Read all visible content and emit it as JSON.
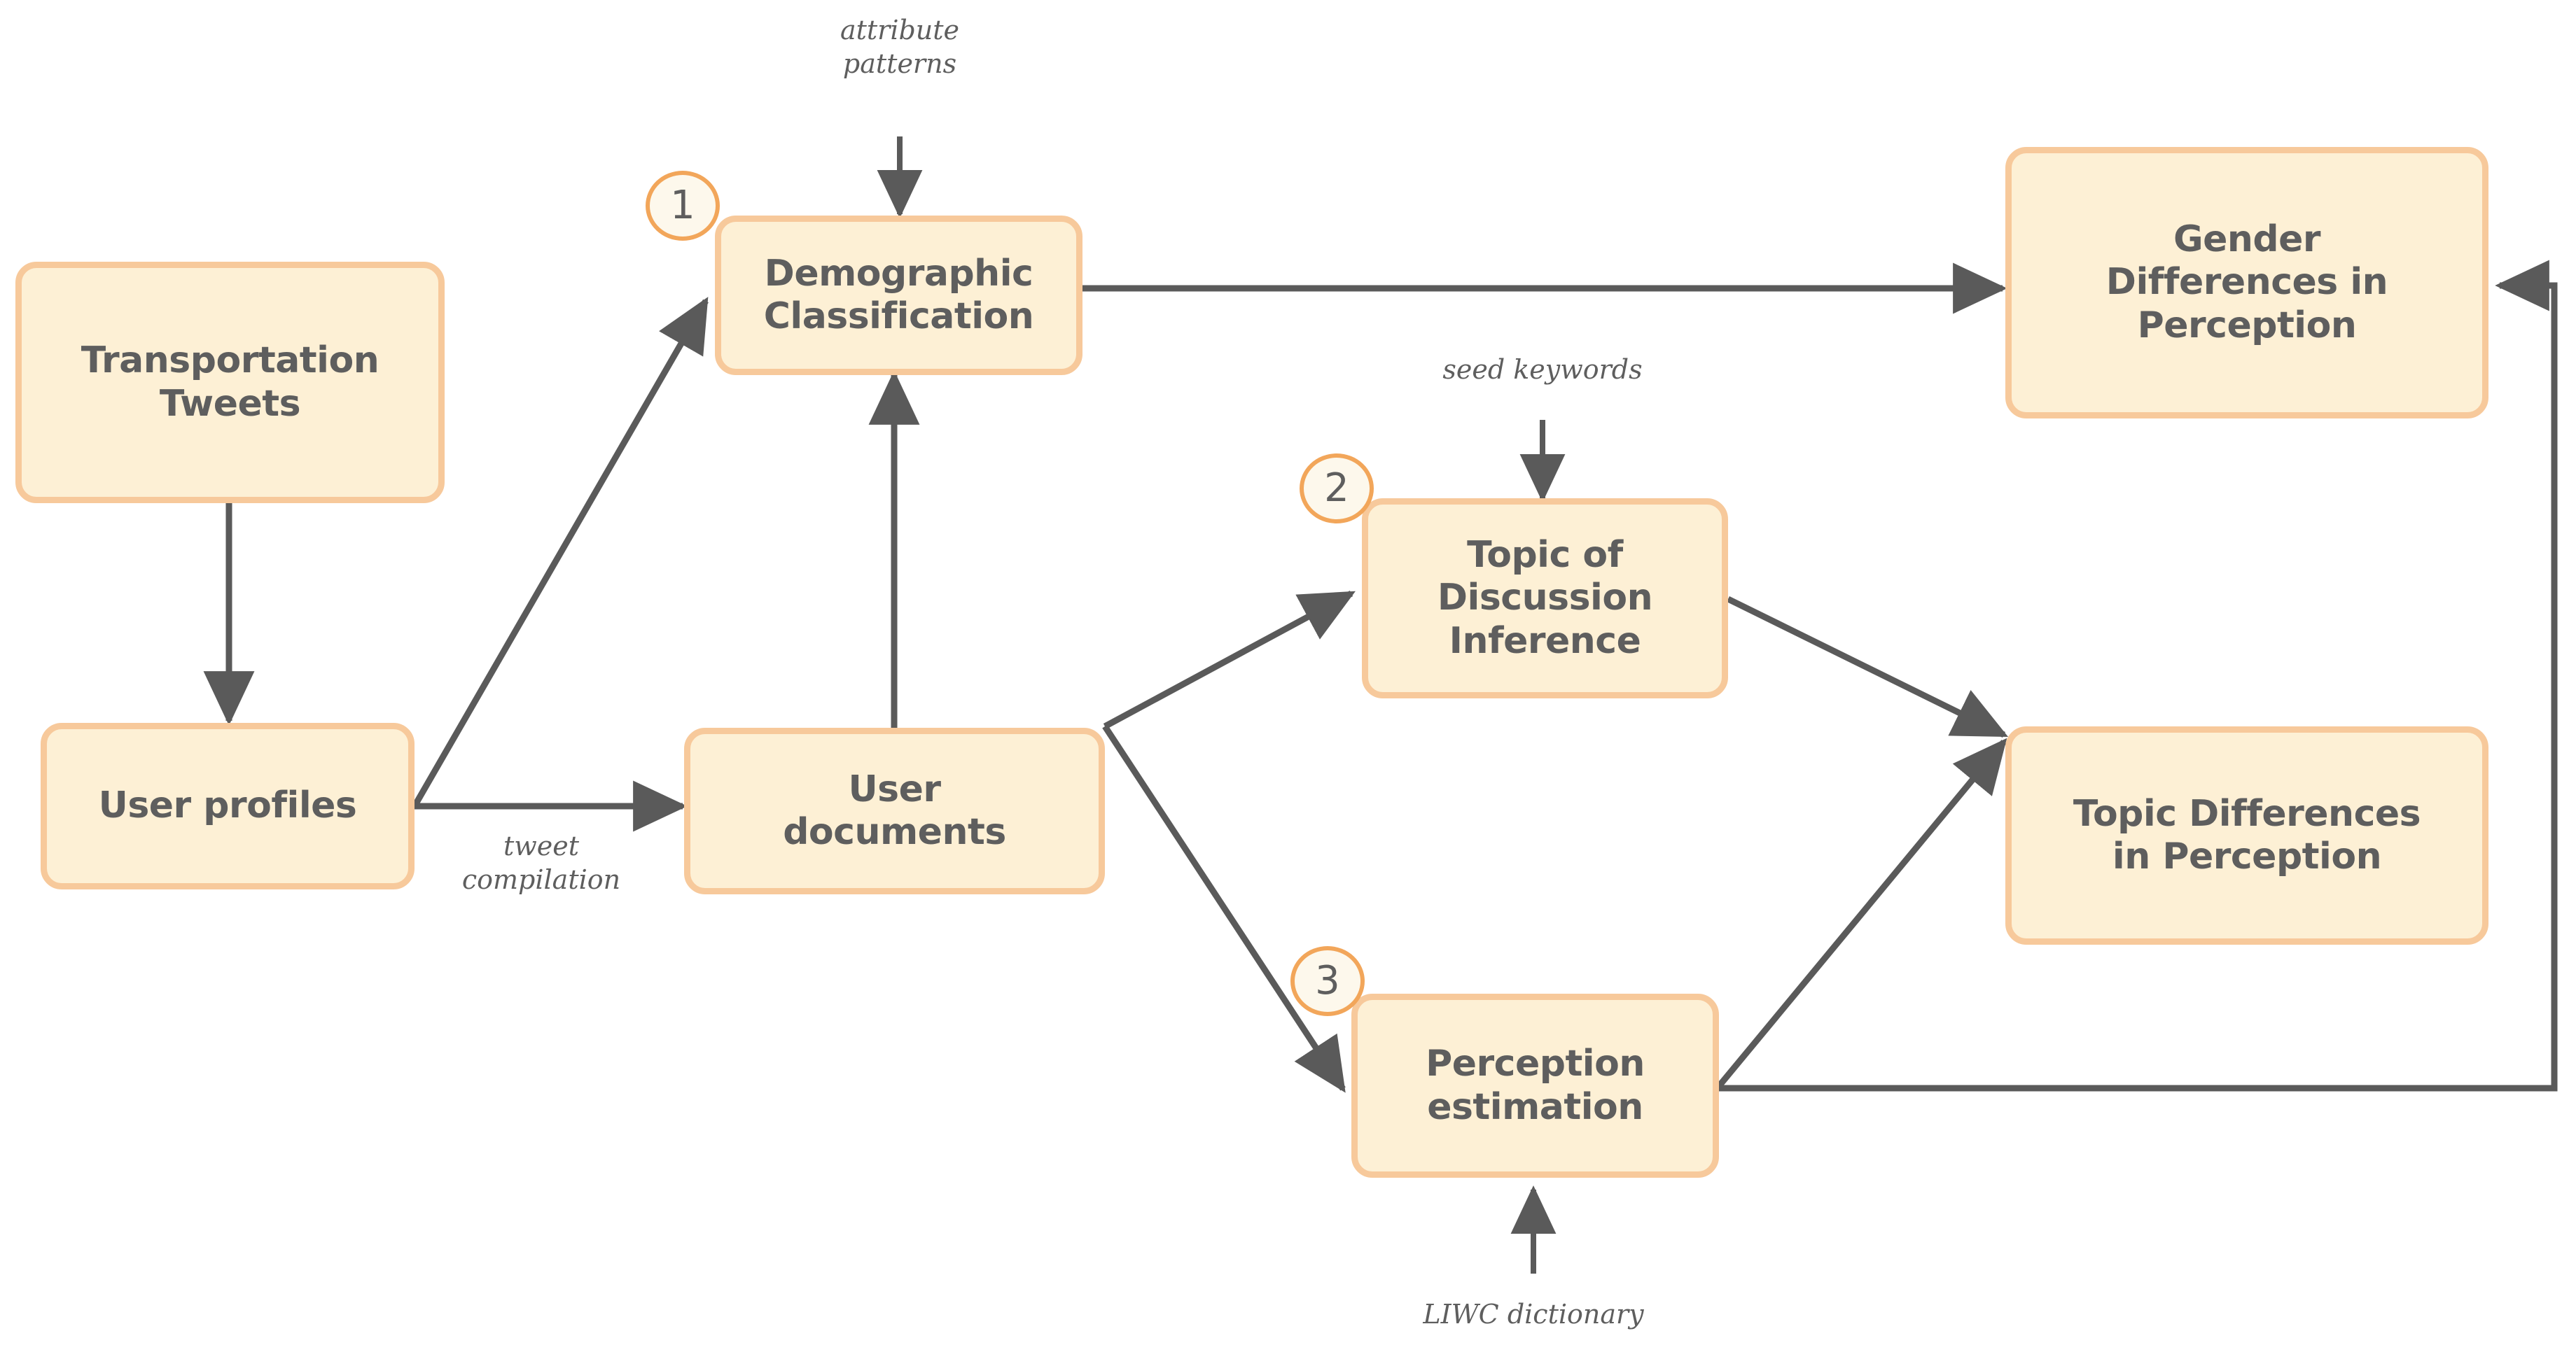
{
  "diagram": {
    "title": "Transportation tweet perception analysis pipeline",
    "colors": {
      "node_fill": "#FDF0D5",
      "node_border": "#F7C99B",
      "badge_fill": "#FDF8EC",
      "badge_border": "#F2A65A",
      "text": "#5E5E5E",
      "edge": "#5A5A5A",
      "background": "#FFFFFF"
    },
    "nodes": [
      {
        "id": "transportation-tweets",
        "label": "Transportation\nTweets"
      },
      {
        "id": "user-profiles",
        "label": "User profiles"
      },
      {
        "id": "user-documents",
        "label": "User\ndocuments"
      },
      {
        "id": "demographic-classification",
        "label": "Demographic\nClassification"
      },
      {
        "id": "topic-of-discussion-inference",
        "label": "Topic of\nDiscussion\nInference"
      },
      {
        "id": "perception-estimation",
        "label": "Perception\nestimation"
      },
      {
        "id": "gender-differences-in-perception",
        "label": "Gender\nDifferences in\nPerception"
      },
      {
        "id": "topic-differences-in-perception",
        "label": "Topic Differences\nin Perception"
      }
    ],
    "badges": [
      {
        "id": "step-1",
        "number": "1",
        "attached_to": "demographic-classification"
      },
      {
        "id": "step-2",
        "number": "2",
        "attached_to": "topic-of-discussion-inference"
      },
      {
        "id": "step-3",
        "number": "3",
        "attached_to": "perception-estimation"
      }
    ],
    "edge_labels": [
      {
        "id": "attribute-patterns",
        "text": "attribute\npatterns"
      },
      {
        "id": "seed-keywords",
        "text": "seed keywords"
      },
      {
        "id": "tweet-compilation",
        "text": "tweet\ncompilation"
      },
      {
        "id": "liwc-dictionary",
        "text": "LIWC dictionary"
      }
    ],
    "edges": [
      {
        "from": "transportation-tweets",
        "to": "user-profiles",
        "label": ""
      },
      {
        "from": "user-profiles",
        "to": "user-documents",
        "label": "tweet compilation"
      },
      {
        "from": "user-profiles",
        "to": "demographic-classification",
        "label": ""
      },
      {
        "from": "user-documents",
        "to": "demographic-classification",
        "label": ""
      },
      {
        "from": "user-documents",
        "to": "topic-of-discussion-inference",
        "label": ""
      },
      {
        "from": "user-documents",
        "to": "perception-estimation",
        "label": ""
      },
      {
        "from": "attribute-patterns",
        "to": "demographic-classification",
        "label": "attribute patterns"
      },
      {
        "from": "seed-keywords",
        "to": "topic-of-discussion-inference",
        "label": "seed keywords"
      },
      {
        "from": "liwc-dictionary",
        "to": "perception-estimation",
        "label": "LIWC dictionary"
      },
      {
        "from": "demographic-classification",
        "to": "gender-differences-in-perception",
        "label": ""
      },
      {
        "from": "topic-of-discussion-inference",
        "to": "topic-differences-in-perception",
        "label": ""
      },
      {
        "from": "perception-estimation",
        "to": "topic-differences-in-perception",
        "label": ""
      },
      {
        "from": "perception-estimation",
        "to": "gender-differences-in-perception",
        "label": ""
      }
    ]
  }
}
